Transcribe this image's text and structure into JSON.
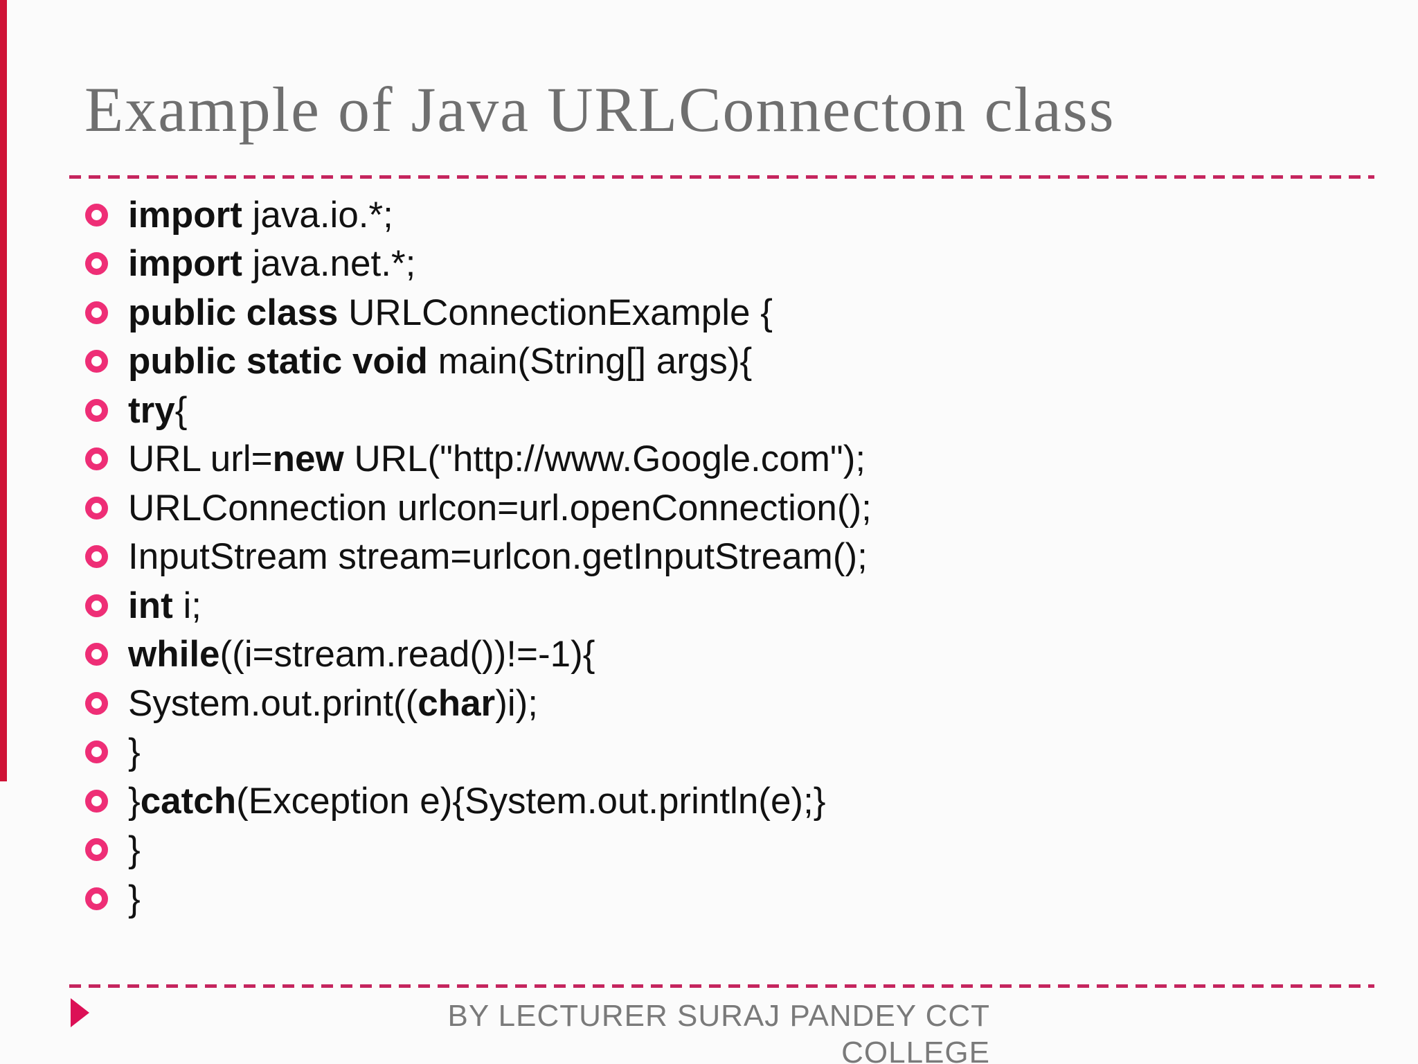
{
  "slide": {
    "title": "Example of Java URLConnecton class",
    "bullets": [
      {
        "segments": [
          {
            "text": "import",
            "bold": true
          },
          {
            "text": " java.io.*;",
            "bold": false
          }
        ]
      },
      {
        "segments": [
          {
            "text": "import",
            "bold": true
          },
          {
            "text": " java.net.*;",
            "bold": false
          }
        ]
      },
      {
        "segments": [
          {
            "text": "public class",
            "bold": true
          },
          {
            "text": " URLConnectionExample {",
            "bold": false
          }
        ]
      },
      {
        "segments": [
          {
            "text": "public static void",
            "bold": true
          },
          {
            "text": " main(String[] args){",
            "bold": false
          }
        ]
      },
      {
        "segments": [
          {
            "text": "try",
            "bold": true
          },
          {
            "text": "{",
            "bold": false
          }
        ]
      },
      {
        "segments": [
          {
            "text": "URL url=",
            "bold": false
          },
          {
            "text": "new",
            "bold": true
          },
          {
            "text": " URL(\"http://www.Google.com\");",
            "bold": false
          }
        ]
      },
      {
        "segments": [
          {
            "text": "URLConnection urlcon=url.openConnection();",
            "bold": false
          }
        ]
      },
      {
        "segments": [
          {
            "text": "InputStream stream=urlcon.getInputStream();",
            "bold": false
          }
        ]
      },
      {
        "segments": [
          {
            "text": "int",
            "bold": true
          },
          {
            "text": " i;",
            "bold": false
          }
        ]
      },
      {
        "segments": [
          {
            "text": "while",
            "bold": true
          },
          {
            "text": "((i=stream.read())!=-1){",
            "bold": false
          }
        ]
      },
      {
        "segments": [
          {
            "text": "System.out.print((",
            "bold": false
          },
          {
            "text": "char",
            "bold": true
          },
          {
            "text": ")i);",
            "bold": false
          }
        ]
      },
      {
        "segments": [
          {
            "text": "}",
            "bold": false
          }
        ]
      },
      {
        "segments": [
          {
            "text": "}",
            "bold": false
          },
          {
            "text": "catch",
            "bold": true
          },
          {
            "text": "(Exception e){System.out.println(e);}",
            "bold": false
          }
        ]
      },
      {
        "segments": [
          {
            "text": "}",
            "bold": false
          }
        ]
      },
      {
        "segments": [
          {
            "text": "}",
            "bold": false
          }
        ]
      }
    ],
    "footer": {
      "line1": "BY LECTURER SURAJ PANDEY CCT",
      "line2": "COLLEGE"
    },
    "icons": {
      "bullet": "circle-ring-bullet-icon",
      "footer_marker": "triangle-right-icon"
    },
    "colors": {
      "accent_pink": "#ee2e76",
      "dash_pink": "#c5255e",
      "triangle_red": "#dc1056",
      "left_bar_red": "#cf1236",
      "title_gray": "#6f6f6f",
      "footer_gray": "#7a7a7a",
      "code_black": "#111111"
    }
  }
}
